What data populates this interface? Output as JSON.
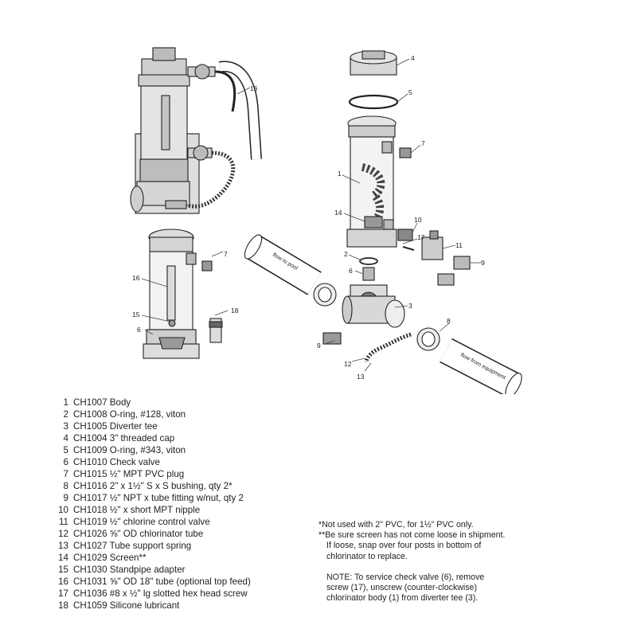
{
  "callouts": {
    "n1": "1",
    "n2": "2",
    "n3": "3",
    "n4": "4",
    "n5": "5",
    "n6": "6",
    "n6b": "6",
    "n7": "7",
    "n7b": "7",
    "n8": "8",
    "n9": "9",
    "n9b": "9",
    "n10": "10",
    "n11": "11",
    "n12": "12",
    "n13": "13",
    "n14": "14",
    "n15": "15",
    "n16": "16",
    "n16b": "16",
    "n17": "17",
    "n18": "18"
  },
  "tube_labels": {
    "flow_to_pool": "flow to pool",
    "flow_from_equipment": "flow from equipment"
  },
  "parts": [
    {
      "num": "1",
      "desc": "CH1007 Body"
    },
    {
      "num": "2",
      "desc": "CH1008 O-ring, #128, viton"
    },
    {
      "num": "3",
      "desc": "CH1005 Diverter tee"
    },
    {
      "num": "4",
      "desc": "CH1004 3\" threaded cap"
    },
    {
      "num": "5",
      "desc": "CH1009 O-ring, #343, viton"
    },
    {
      "num": "6",
      "desc": "CH1010 Check valve"
    },
    {
      "num": "7",
      "desc": "CH1015 ½\" MPT PVC plug"
    },
    {
      "num": "8",
      "desc": "CH1016 2\" x 1½\" S x S bushing, qty 2*"
    },
    {
      "num": "9",
      "desc": "CH1017 ½\" NPT x tube fitting w/nut, qty 2"
    },
    {
      "num": "10",
      "desc": "CH1018 ½\" x short MPT nipple"
    },
    {
      "num": "11",
      "desc": "CH1019 ½\" chlorine control valve"
    },
    {
      "num": "12",
      "desc": "CH1026 ⅝\" OD chlorinator tube"
    },
    {
      "num": "13",
      "desc": "CH1027 Tube support spring"
    },
    {
      "num": "14",
      "desc": "CH1029 Screen**"
    },
    {
      "num": "15",
      "desc": "CH1030 Standpipe adapter"
    },
    {
      "num": "16",
      "desc": "CH1031 ⅝\" OD 18\" tube (optional top feed)"
    },
    {
      "num": "17",
      "desc": "CH1036 #8 x ½\" lg slotted hex head screw"
    },
    {
      "num": "18",
      "desc": "CH1059 Silicone lubricant"
    }
  ],
  "notes": {
    "line1": "*Not used with 2\" PVC, for 1½\" PVC only.",
    "line2": "**Be sure screen has not come loose in shipment.",
    "line3": "If loose, snap over four posts in bottom of",
    "line4": "chlorinator to replace.",
    "line5": "NOTE: To service check valve (6), remove",
    "line6": "screw (17), unscrew (counter-clockwise)",
    "line7": "chlorinator body (1) from diverter tee (3)."
  }
}
